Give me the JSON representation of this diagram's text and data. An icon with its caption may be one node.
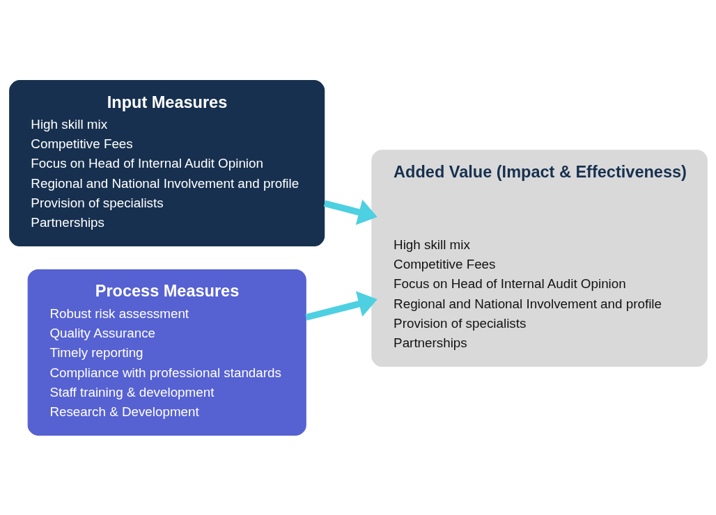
{
  "diagram": {
    "nodes": [
      {
        "text": [
          "Input Measures",
          "High skill mix",
          "Competitive Fees",
          "Focus on Head of Internal Audit Opinion",
          "Regional and National Involvement and profile",
          "Provision of specialists",
          "Partnerships"
        ]
      },
      {
        "text": [
          "Process Measures",
          "Robust risk assessment",
          "Quality Assurance",
          "Timely reporting",
          "Compliance with professional standards",
          "Staff training & development",
          "Research & Development"
        ]
      },
      {
        "text": [
          "Added Value (Impact & Effectiveness)",
          "High skill mix",
          "Competitive Fees",
          "Focus on Head of Internal Audit Opinion",
          "Regional and National Involvement and profile",
          "Provision of specialists",
          "Partnerships"
        ]
      }
    ],
    "edges": [
      {
        "from": 0,
        "to": 2,
        "arrow": "to"
      },
      {
        "from": 1,
        "to": 2,
        "arrow": "to"
      }
    ]
  }
}
